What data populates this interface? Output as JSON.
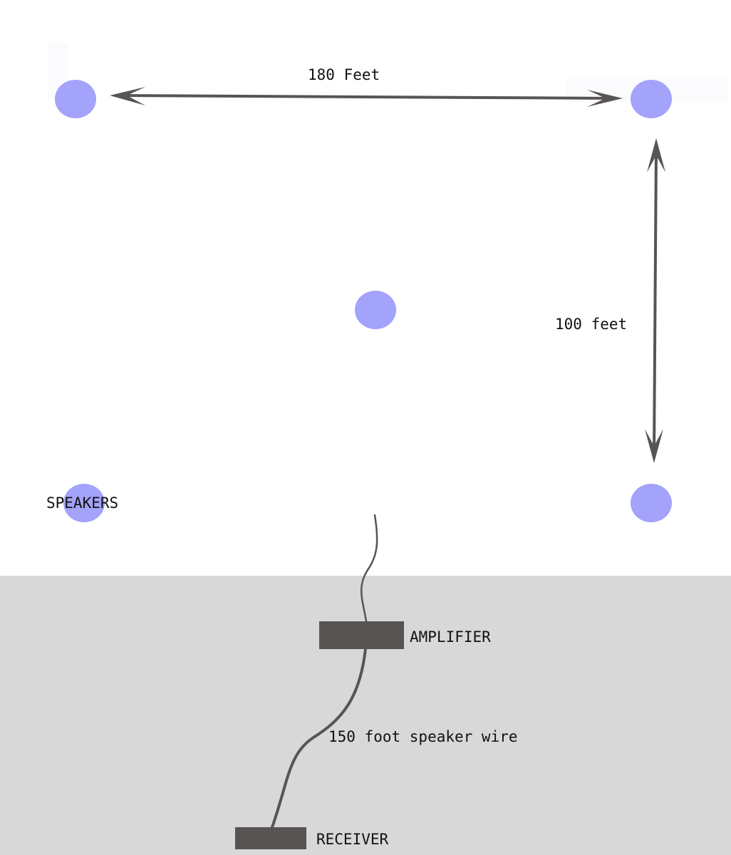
{
  "colors": {
    "speaker": "#a3a3fc",
    "equipment": "#585454",
    "floor": "#d8d8d8",
    "background": "#ffffff",
    "text": "#111111"
  },
  "labels": {
    "top_distance": "180 Feet",
    "side_distance": "100 feet",
    "speakers": "SPEAKERS",
    "amplifier": "AMPLIFIER",
    "wire": "150 foot speaker wire",
    "receiver": "RECEIVER"
  }
}
